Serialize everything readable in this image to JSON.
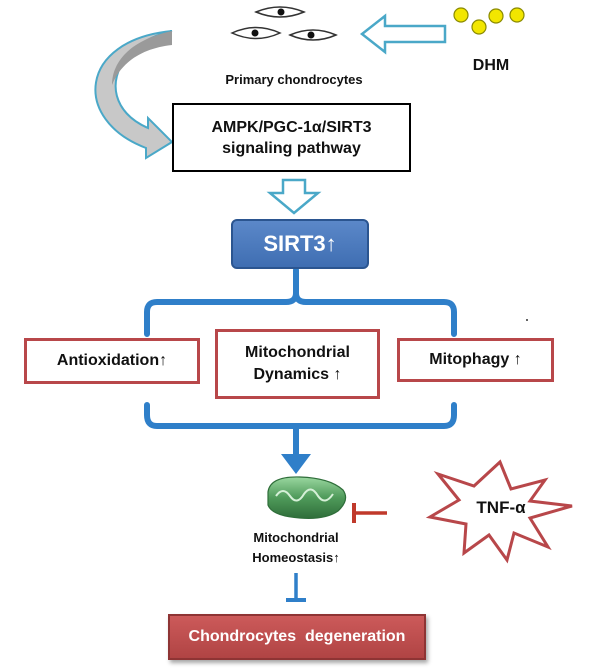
{
  "nodes": {
    "primary_chondrocytes": "Primary chondrocytes",
    "dhm": "DHM",
    "pathway_line1": "AMPK/PGC-1α/SIRT3",
    "pathway_line2": "signaling pathway",
    "sirt3": "SIRT3↑",
    "antioxidation": "Antioxidation↑",
    "mito_dynamics_line1": "Mitochondrial",
    "mito_dynamics_line2": "Dynamics ↑",
    "mitophagy": "Mitophagy ↑",
    "tnf": "TNF-α",
    "homeostasis_line1": "Mitochondrial",
    "homeostasis_line2": "Homeostasis↑",
    "degeneration": "Chondrocytes  degeneration"
  },
  "colors": {
    "outline_arrow": "#4aa8c8",
    "sirt3_fill": "#4a7bbd",
    "bracket": "#2f7fc9",
    "red_box": "#b8474a",
    "inhibit": "#c0392b",
    "dhm_dots": "#f2e600",
    "mitochondrion": "#4f9a5a"
  }
}
